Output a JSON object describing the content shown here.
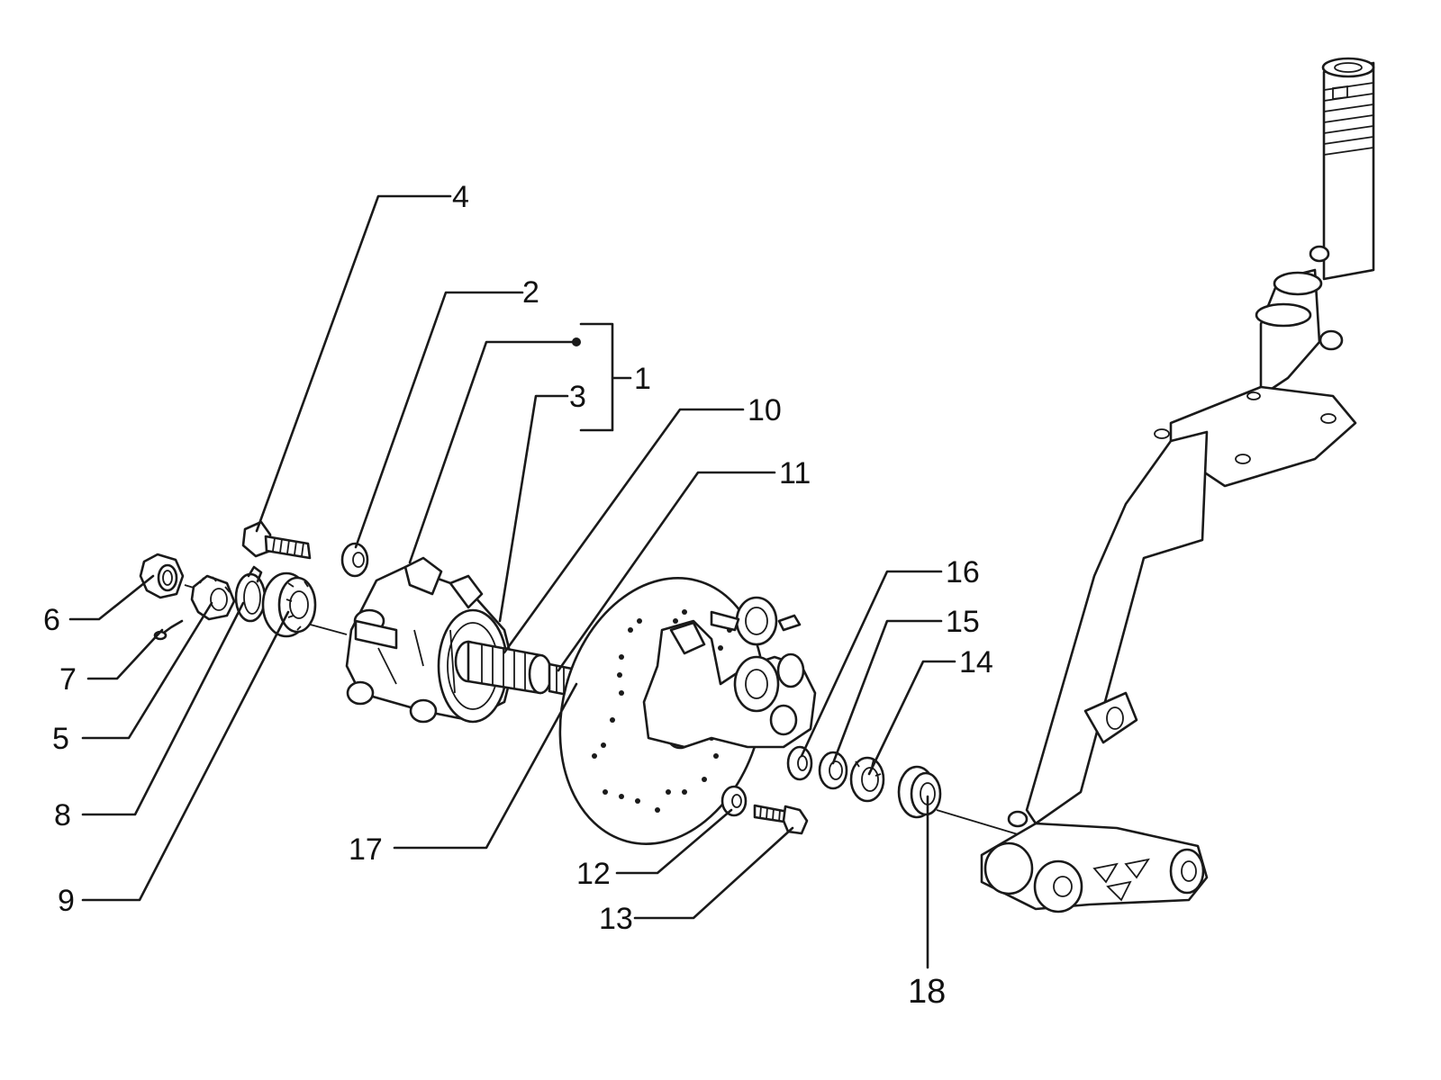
{
  "labels": {
    "l1": "1",
    "l2": "2",
    "l3": "3",
    "l4": "4",
    "l5": "5",
    "l6": "6",
    "l7": "7",
    "l8": "8",
    "l9": "9",
    "l10": "10",
    "l11": "11",
    "l12": "12",
    "l13": "13",
    "l14": "14",
    "l15": "15",
    "l16": "16",
    "l17": "17",
    "l18": "18"
  },
  "colors": {
    "ink": "#1a1a1a",
    "paper": "#ffffff"
  }
}
